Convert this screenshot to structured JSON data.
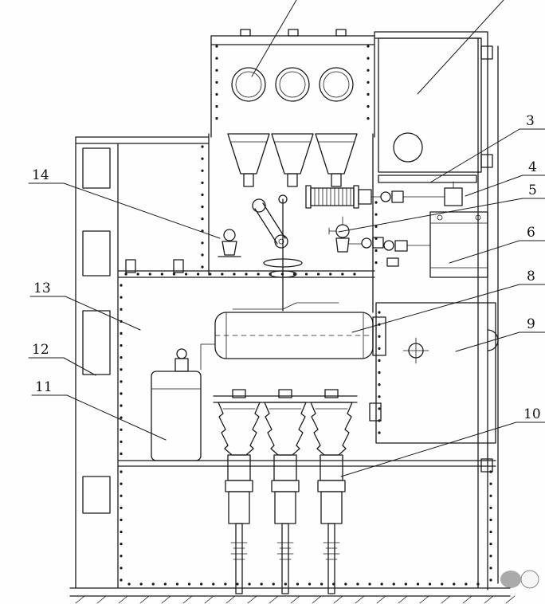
{
  "colors": {
    "ink": "#1a1a1a",
    "paper": "#ffffff"
  },
  "callouts": {
    "n3": "3",
    "n4": "4",
    "n5": "5",
    "n6": "6",
    "n8": "8",
    "n9": "9",
    "n10": "10",
    "n11": "11",
    "n12": "12",
    "n13": "13",
    "n14": "14"
  }
}
